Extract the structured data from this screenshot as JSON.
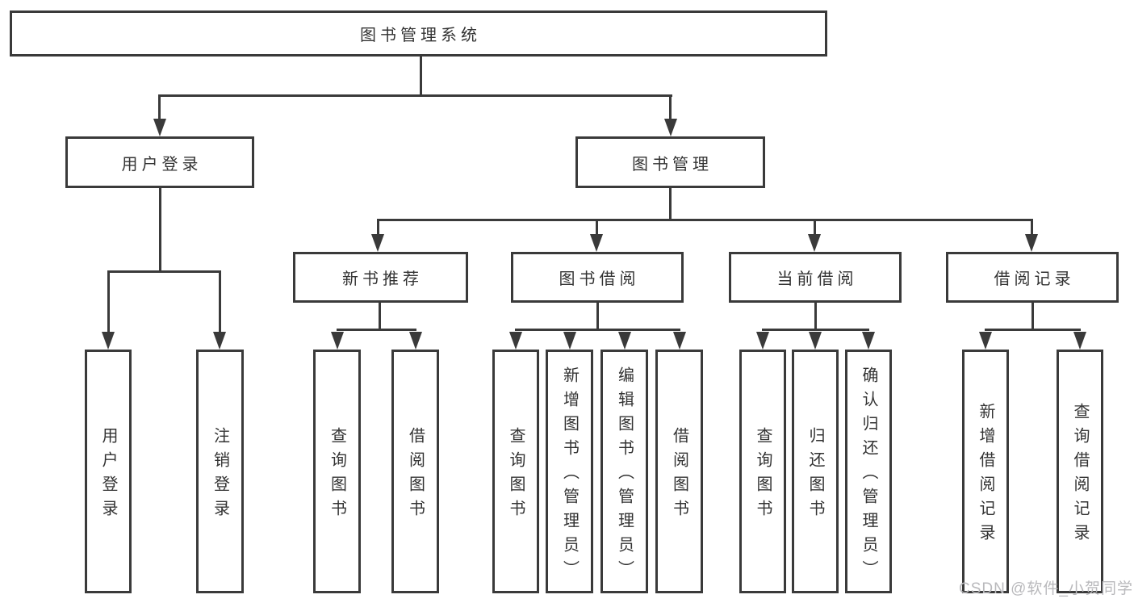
{
  "colors": {
    "background": "#ffffff",
    "box_bg": "#ffffff",
    "line": "#3a3a3a",
    "text": "#333333",
    "watermark": "#b9b9bc"
  },
  "tree": {
    "label": "图书管理系统",
    "children": [
      {
        "label": "用户登录",
        "children": [
          {
            "label": "用户登录"
          },
          {
            "label": "注销登录"
          }
        ]
      },
      {
        "label": "图书管理",
        "children": [
          {
            "label": "新书推荐",
            "children": [
              {
                "label": "查询图书"
              },
              {
                "label": "借阅图书"
              }
            ]
          },
          {
            "label": "图书借阅",
            "children": [
              {
                "label": "查询图书"
              },
              {
                "label": "新增图书（管理员）"
              },
              {
                "label": "编辑图书（管理员）"
              },
              {
                "label": "借阅图书"
              }
            ]
          },
          {
            "label": "当前借阅",
            "children": [
              {
                "label": "查询图书"
              },
              {
                "label": "归还图书"
              },
              {
                "label": "确认归还（管理员）"
              }
            ]
          },
          {
            "label": "借阅记录",
            "children": [
              {
                "label": "新增借阅记录"
              },
              {
                "label": "查询借阅记录"
              }
            ]
          }
        ]
      }
    ]
  },
  "watermark": {
    "text": "CSDN @软件_小贺同学"
  }
}
